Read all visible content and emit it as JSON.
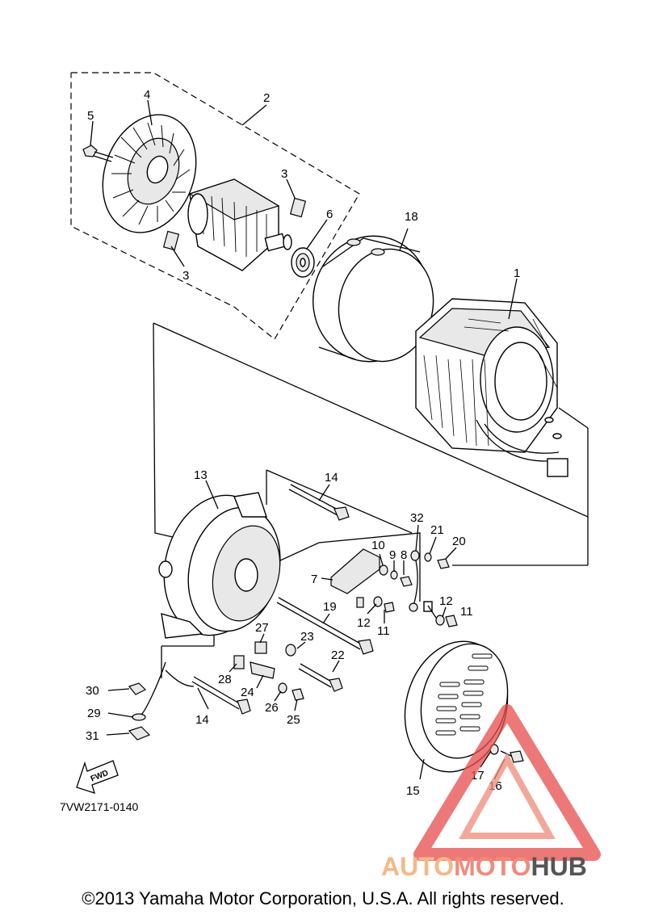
{
  "callouts": [
    {
      "id": "c1",
      "text": "1"
    },
    {
      "id": "c2",
      "text": "2"
    },
    {
      "id": "c3a",
      "text": "3"
    },
    {
      "id": "c3b",
      "text": "3"
    },
    {
      "id": "c4",
      "text": "4"
    },
    {
      "id": "c5",
      "text": "5"
    },
    {
      "id": "c6",
      "text": "6"
    },
    {
      "id": "c7",
      "text": "7"
    },
    {
      "id": "c8",
      "text": "8"
    },
    {
      "id": "c9",
      "text": "9"
    },
    {
      "id": "c10",
      "text": "10"
    },
    {
      "id": "c11a",
      "text": "11"
    },
    {
      "id": "c11b",
      "text": "11"
    },
    {
      "id": "c12a",
      "text": "12"
    },
    {
      "id": "c12b",
      "text": "12"
    },
    {
      "id": "c13",
      "text": "13"
    },
    {
      "id": "c14a",
      "text": "14"
    },
    {
      "id": "c14b",
      "text": "14"
    },
    {
      "id": "c15",
      "text": "15"
    },
    {
      "id": "c16",
      "text": "16"
    },
    {
      "id": "c17",
      "text": "17"
    },
    {
      "id": "c18",
      "text": "18"
    },
    {
      "id": "c19",
      "text": "19"
    },
    {
      "id": "c20",
      "text": "20"
    },
    {
      "id": "c21",
      "text": "21"
    },
    {
      "id": "c22",
      "text": "22"
    },
    {
      "id": "c23",
      "text": "23"
    },
    {
      "id": "c24",
      "text": "24"
    },
    {
      "id": "c25",
      "text": "25"
    },
    {
      "id": "c26",
      "text": "26"
    },
    {
      "id": "c27",
      "text": "27"
    },
    {
      "id": "c28",
      "text": "28"
    },
    {
      "id": "c29",
      "text": "29"
    },
    {
      "id": "c30",
      "text": "30"
    },
    {
      "id": "c31",
      "text": "31"
    },
    {
      "id": "c32",
      "text": "32"
    }
  ],
  "diagram_code": "7VW2171-0140",
  "fwd_label": "FWD",
  "watermark": {
    "word1": "AUTO",
    "word2": "MOTO",
    "word3": "HUB",
    "color_light": "#f5b88a",
    "color_mid": "#f08a7a",
    "color_dark": "#555555",
    "triangle_color": "#e84c4c"
  },
  "copyright": "©2013 Yamaha Motor Corporation, U.S.A. All rights reserved."
}
